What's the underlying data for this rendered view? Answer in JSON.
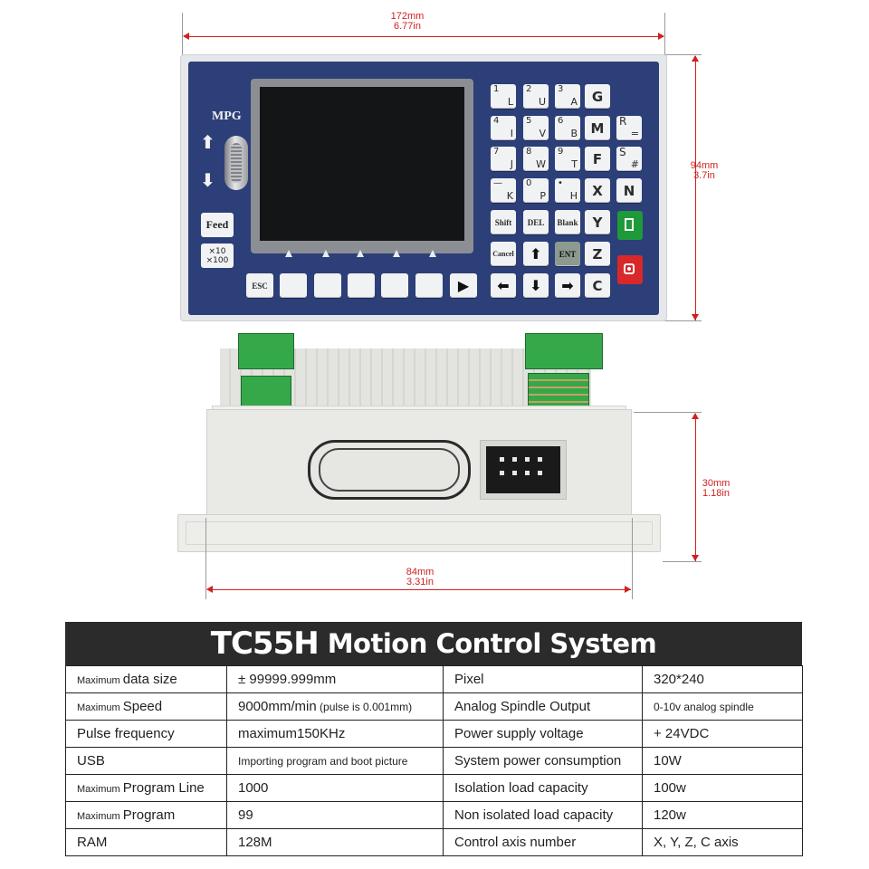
{
  "dimensions": {
    "front_width": [
      "172mm",
      "6.77in"
    ],
    "front_height": [
      "94mm",
      "3.7in"
    ],
    "side_height": [
      "30mm",
      "1.18in"
    ],
    "side_width": [
      "84mm",
      "3.31in"
    ]
  },
  "panel": {
    "mpg_label": "MPG",
    "feed_label": "Feed",
    "mult_line1": "×10",
    "mult_line2": "×100",
    "esc_label": "ESC",
    "up_arrow": "⬆",
    "down_arrow": "⬇",
    "play_arrow": "▶"
  },
  "keypad": {
    "r1": [
      {
        "sup": "1",
        "sub": "L"
      },
      {
        "sup": "2",
        "sub": "U"
      },
      {
        "sup": "3",
        "sub": "A"
      },
      {
        "main": "G"
      }
    ],
    "r2": [
      {
        "sup": "4",
        "sub": "I"
      },
      {
        "sup": "5",
        "sub": "V"
      },
      {
        "sup": "6",
        "sub": "B"
      },
      {
        "main": "M"
      },
      {
        "sup": "R",
        "sub": "="
      }
    ],
    "r3": [
      {
        "sup": "7",
        "sub": "J"
      },
      {
        "sup": "8",
        "sub": "W"
      },
      {
        "sup": "9",
        "sub": "T"
      },
      {
        "main": "F"
      },
      {
        "sup": "S",
        "sub": "#"
      }
    ],
    "r4": [
      {
        "sup": "—",
        "sub": "K"
      },
      {
        "sup": "0",
        "sub": "P"
      },
      {
        "sup": "•",
        "sub": "H"
      },
      {
        "main": "X"
      },
      {
        "main": "N"
      }
    ],
    "shift": "Shift",
    "del": "DEL",
    "blank": "Blank",
    "y": "Y",
    "cancel": "Cancel",
    "ent": "ENT",
    "z": "Z",
    "c": "C",
    "arrow_up": "⬆",
    "arrow_left": "⬅",
    "arrow_down": "⬇",
    "arrow_right": "➡"
  },
  "spec": {
    "title_main": "TC55H",
    "title_sub": "Motion Control System",
    "rows": [
      {
        "k_small": "Maximum",
        "k": "data size",
        "v": "± 99999.999mm",
        "v_small": "",
        "k2": "Pixel",
        "v2": "320*240",
        "v2_small": ""
      },
      {
        "k_small": "Maximum",
        "k": "Speed",
        "v": "9000mm/min",
        "v_small": "(pulse is 0.001mm)",
        "k2": "Analog Spindle Output",
        "v2": "",
        "v2_small": "0-10v analog spindle"
      },
      {
        "k_small": "",
        "k": "Pulse frequency",
        "v": "maximum150KHz",
        "v_small": "",
        "k2": "Power supply voltage",
        "v2": "+ 24VDC",
        "v2_small": ""
      },
      {
        "k_small": "",
        "k": "USB",
        "v": "",
        "v_small": "Importing program and boot picture",
        "k2": "System power consumption",
        "v2": "10W",
        "v2_small": ""
      },
      {
        "k_small": "Maximum",
        "k": "Program Line",
        "v": "1000",
        "v_small": "",
        "k2": "Isolation load capacity",
        "v2": "100w",
        "v2_small": ""
      },
      {
        "k_small": "Maximum",
        "k": "Program",
        "v": "99",
        "v_small": "",
        "k2": "Non isolated load capacity",
        "v2": "120w",
        "v2_small": ""
      },
      {
        "k_small": "",
        "k": "RAM",
        "v": "128M",
        "v_small": "",
        "k2": "Control axis number",
        "v2": "X, Y, Z, C axis",
        "v2_small": ""
      }
    ]
  },
  "colors": {
    "panel": "#2c3f78",
    "dimension": "#d02020",
    "start_button": "#1e9a3a",
    "stop_button": "#d8282a",
    "terminal": "#35a84a"
  }
}
